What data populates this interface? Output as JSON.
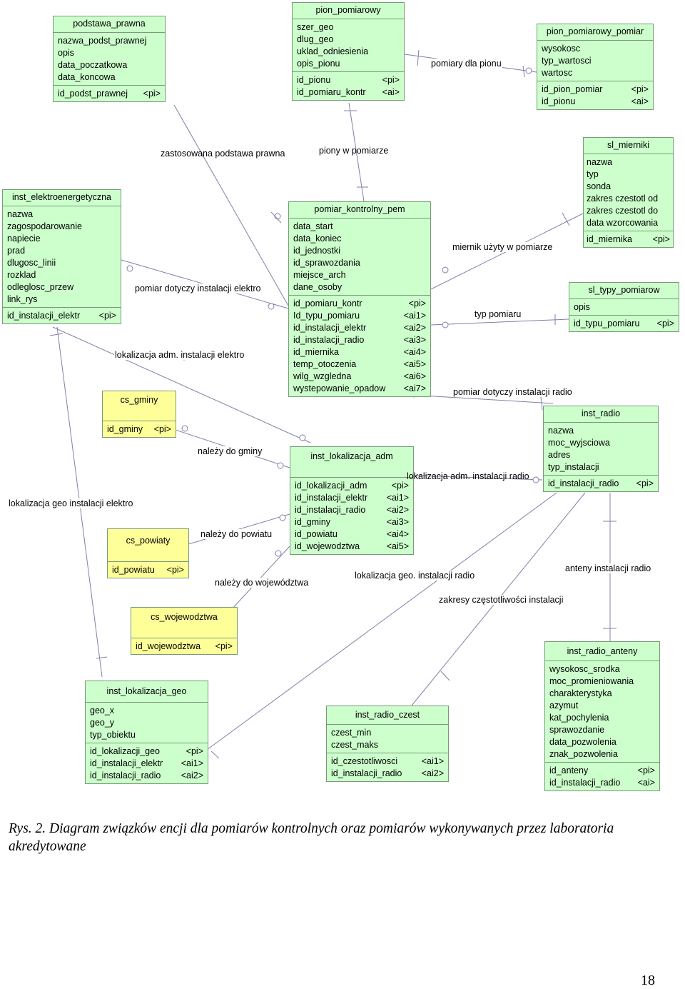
{
  "entities": {
    "podstawa_prawna": {
      "title": "podstawa_prawna",
      "fields": [
        "nazwa_podst_prawnej",
        "opis",
        "data_poczatkowa",
        "data_koncowa"
      ],
      "keys": [
        {
          "name": "id_podst_prawnej",
          "tag": "<pi>"
        }
      ]
    },
    "pion_pomiarowy": {
      "title": "pion_pomiarowy",
      "fields": [
        "szer_geo",
        "dlug_geo",
        "uklad_odniesienia",
        "opis_pionu"
      ],
      "keys": [
        {
          "name": "id_pionu",
          "tag": "<pi>"
        },
        {
          "name": "id_pomiaru_kontr",
          "tag": "<ai>"
        }
      ]
    },
    "pion_pomiarowy_pomiar": {
      "title": "pion_pomiarowy_pomiar",
      "fields": [
        "wysokosc",
        "typ_wartosci",
        "wartosc"
      ],
      "keys": [
        {
          "name": "id_pion_pomiar",
          "tag": "<pi>"
        },
        {
          "name": "id_pionu",
          "tag": "<ai>"
        }
      ]
    },
    "inst_elektroenergetyczna": {
      "title": "inst_elektroenergetyczna",
      "fields": [
        "nazwa",
        "zagospodarowanie",
        "napiecie",
        "prad",
        "dlugosc_linii",
        "rozklad",
        "odleglosc_przew",
        "link_rys"
      ],
      "keys": [
        {
          "name": "id_instalacji_elektr",
          "tag": "<pi>"
        }
      ]
    },
    "pomiar_kontrolny_pem": {
      "title": "pomiar_kontrolny_pem",
      "fields": [
        "data_start",
        "data_koniec",
        "id_jednostki",
        "id_sprawozdania",
        "miejsce_arch",
        "dane_osoby"
      ],
      "keys": [
        {
          "name": "id_pomiaru_kontr",
          "tag": "<pi>"
        },
        {
          "name": "Id_typu_pomiaru",
          "tag": "<ai1>"
        },
        {
          "name": "id_instalacji_elektr",
          "tag": "<ai2>"
        },
        {
          "name": "id_instalacji_radio",
          "tag": "<ai3>"
        },
        {
          "name": "id_miernika",
          "tag": "<ai4>"
        },
        {
          "name": "temp_otoczenia",
          "tag": "<ai5>"
        },
        {
          "name": "wilg_wzgledna",
          "tag": "<ai6>"
        },
        {
          "name": "wystepowanie_opadow",
          "tag": "<ai7>"
        }
      ]
    },
    "sl_mierniki": {
      "title": "sl_mierniki",
      "fields": [
        "nazwa",
        "typ",
        "sonda",
        "zakres czestotl od",
        "zakres czestotl do",
        "data wzorcowania"
      ],
      "keys": [
        {
          "name": "id_miernika",
          "tag": "<pi>"
        }
      ]
    },
    "sl_typy_pomiarow": {
      "title": "sl_typy_pomiarow",
      "fields": [
        "opis"
      ],
      "keys": [
        {
          "name": "id_typu_pomiaru",
          "tag": "<pi>"
        }
      ]
    },
    "cs_gminy": {
      "title": "cs_gminy",
      "fields": [],
      "keys": [
        {
          "name": "id_gminy",
          "tag": "<pi>"
        }
      ]
    },
    "cs_powiaty": {
      "title": "cs_powiaty",
      "fields": [],
      "keys": [
        {
          "name": "id_powiatu",
          "tag": "<pi>"
        }
      ]
    },
    "cs_wojewodztwa": {
      "title": "cs_wojewodztwa",
      "fields": [],
      "keys": [
        {
          "name": "id_wojewodztwa",
          "tag": "<pi>"
        }
      ]
    },
    "inst_lokalizacja_adm": {
      "title": "inst_lokalizacja_adm",
      "fields": [],
      "keys": [
        {
          "name": "id_lokalizacji_adm",
          "tag": "<pi>"
        },
        {
          "name": "id_instalacji_elektr",
          "tag": "<ai1>"
        },
        {
          "name": "id_instalacji_radio",
          "tag": "<ai2>"
        },
        {
          "name": "id_gminy",
          "tag": "<ai3>"
        },
        {
          "name": "id_powiatu",
          "tag": "<ai4>"
        },
        {
          "name": "id_wojewodztwa",
          "tag": "<ai5>"
        }
      ]
    },
    "inst_radio": {
      "title": "inst_radio",
      "fields": [
        "nazwa",
        "moc_wyjsciowa",
        "adres",
        "typ_instalacji"
      ],
      "keys": [
        {
          "name": "id_instalacji_radio",
          "tag": "<pi>"
        }
      ]
    },
    "inst_lokalizacja_geo": {
      "title": "inst_lokalizacja_geo",
      "fields": [
        "geo_x",
        "geo_y",
        "typ_obiektu"
      ],
      "keys": [
        {
          "name": "id_lokalizacji_geo",
          "tag": "<pi>"
        },
        {
          "name": "id_instalacji_elektr",
          "tag": "<ai1>"
        },
        {
          "name": "id_instalacji_radio",
          "tag": "<ai2>"
        }
      ]
    },
    "inst_radio_czest": {
      "title": "inst_radio_czest",
      "fields": [
        "czest_min",
        "czest_maks"
      ],
      "keys": [
        {
          "name": "id_czestotliwosci",
          "tag": "<ai1>"
        },
        {
          "name": "id_instalacji_radio",
          "tag": "<ai2>"
        }
      ]
    },
    "inst_radio_anteny": {
      "title": "inst_radio_anteny",
      "fields": [
        "wysokosc_srodka",
        "moc_promieniowania",
        "charakterystyka",
        "azymut",
        "kat_pochylenia",
        "sprawozdanie",
        "data_pozwolenia",
        "znak_pozwolenia"
      ],
      "keys": [
        {
          "name": "id_anteny",
          "tag": "<pi>"
        },
        {
          "name": "id_instalacji_radio",
          "tag": "<ai>"
        }
      ]
    }
  },
  "relations": {
    "zastosowana_podstawa_prawna": "zastosowana podstawa prawna",
    "piony_w_pomiarze": "piony w pomiarze",
    "pomiary_dla_pionu": "pomiary dla pionu",
    "miernik_uzyty_w_pomiarze": "miernik użyty w pomiarze",
    "typ_pomiaru": "typ pomiaru",
    "pomiar_dotyczy_instalacji_elektro": "pomiar dotyczy instalacji elektro",
    "lokalizacja_adm_instalacji_elektro": "lokalizacja adm. instalacji elektro",
    "pomiar_dotyczy_instalacji_radio": "pomiar dotyczy instalacji radio",
    "nalezy_do_gminy": "należy do gminy",
    "lokalizacja_adm_instalacji_radio": "lokalizacja adm. instalacji radio",
    "lokalizacja_geo_instalacji_elektro": "lokalizacja geo instalacji elektro",
    "nalezy_do_powiatu": "należy do powiatu",
    "nalezy_do_wojewodztwa": "należy do województwa",
    "lokalizacja_geo_instalacji_radio": "lokalizacja geo. instalacji radio",
    "anteny_instalacji_radio": "anteny instalacji radio",
    "zakresy_czestotliwosci_instalacji": "zakresy częstotliwości instalacji"
  },
  "caption": "Rys. 2. Diagram związków encji dla pomiarów kontrolnych oraz pomiarów wykonywanych przez laboratoria akredytowane",
  "page_number": "18",
  "colors": {
    "entity_fill": "#ccffcc",
    "dictionary_fill": "#ffff99",
    "link_stroke": "#8080a8"
  }
}
